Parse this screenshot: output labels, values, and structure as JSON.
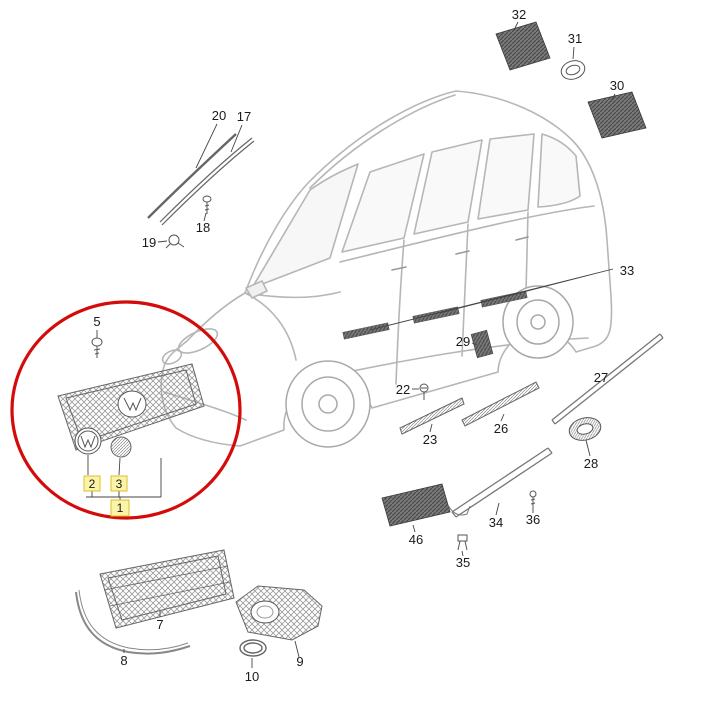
{
  "diagram": {
    "kind": "vehicle body trim exploded parts diagram",
    "highlight_circle_color": "#d40b0b",
    "highlighted_label_background": "#fbf3a7",
    "highlighted_label_border": "#d8c02c",
    "highlighted_parts": [
      "2",
      "3",
      "1"
    ]
  },
  "labels": {
    "1": "1",
    "2": "2",
    "3": "3",
    "5": "5",
    "7": "7",
    "8": "8",
    "9": "9",
    "10": "10",
    "17": "17",
    "18": "18",
    "19": "19",
    "20": "20",
    "22": "22",
    "23": "23",
    "26": "26",
    "27": "27",
    "28": "28",
    "29": "29",
    "30": "30",
    "31": "31",
    "32": "32",
    "33": "33",
    "34": "34",
    "35": "35",
    "36": "36",
    "46": "46"
  }
}
